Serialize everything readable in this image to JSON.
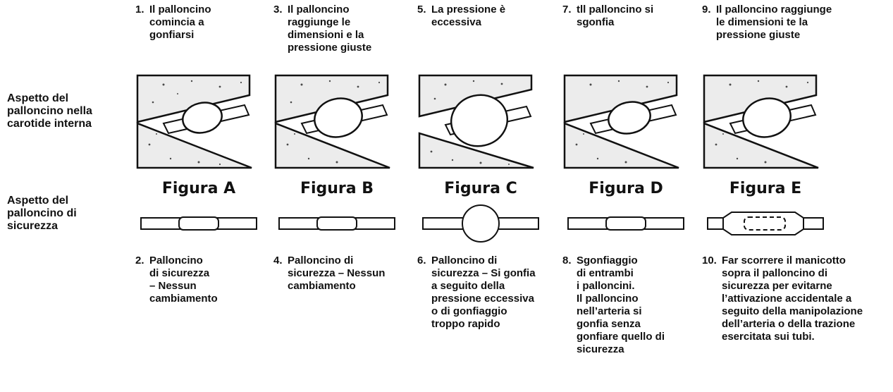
{
  "row_labels": {
    "carotid": "Aspetto del\npalloncino nella\ncarotide interna",
    "safety": "Aspetto del\npalloncino di\nsicurezza"
  },
  "columns": [
    {
      "figure": "Figura A",
      "top": {
        "num": "1.",
        "text": "Il palloncino\ncomincia a\ngonfiarsi"
      },
      "bottom": {
        "num": "2.",
        "text": "Palloncino\ndi sicurezza\n– Nessun\ncambiamento"
      }
    },
    {
      "figure": "Figura B",
      "top": {
        "num": "3.",
        "text": "Il palloncino\nraggiunge le\ndimensioni e la\npressione giuste"
      },
      "bottom": {
        "num": "4.",
        "text": "Palloncino di\nsicurezza – Nessun\ncambiamento"
      }
    },
    {
      "figure": "Figura C",
      "top": {
        "num": "5.",
        "text": "La pressione è\neccessiva"
      },
      "bottom": {
        "num": "6.",
        "text": "Palloncino di\nsicurezza – Si gonfia\na seguito della\npressione eccessiva\no di gonfiaggio\ntroppo rapido"
      }
    },
    {
      "figure": "Figura D",
      "top": {
        "num": "7.",
        "text": "tll palloncino si\nsgonfia"
      },
      "bottom": {
        "num": "8.",
        "text": "Sgonfiaggio\ndi entrambi\ni palloncini.\nIl palloncino\nnell’arteria si\ngonfia senza\ngonfiare quello di\nsicurezza"
      }
    },
    {
      "figure": "Figura E",
      "top": {
        "num": "9.",
        "text": "Il palloncino raggiunge\nle dimensioni te la\npressione giuste"
      },
      "bottom": {
        "num": "10.",
        "text": "Far scorrere il manicotto\nsopra il palloncino di\nsicurezza per evitarne\nl’attivazione accidentale a\nseguito della manipolazione\ndell’arteria o della trazione\nesercitata sui tubi."
      }
    }
  ]
}
